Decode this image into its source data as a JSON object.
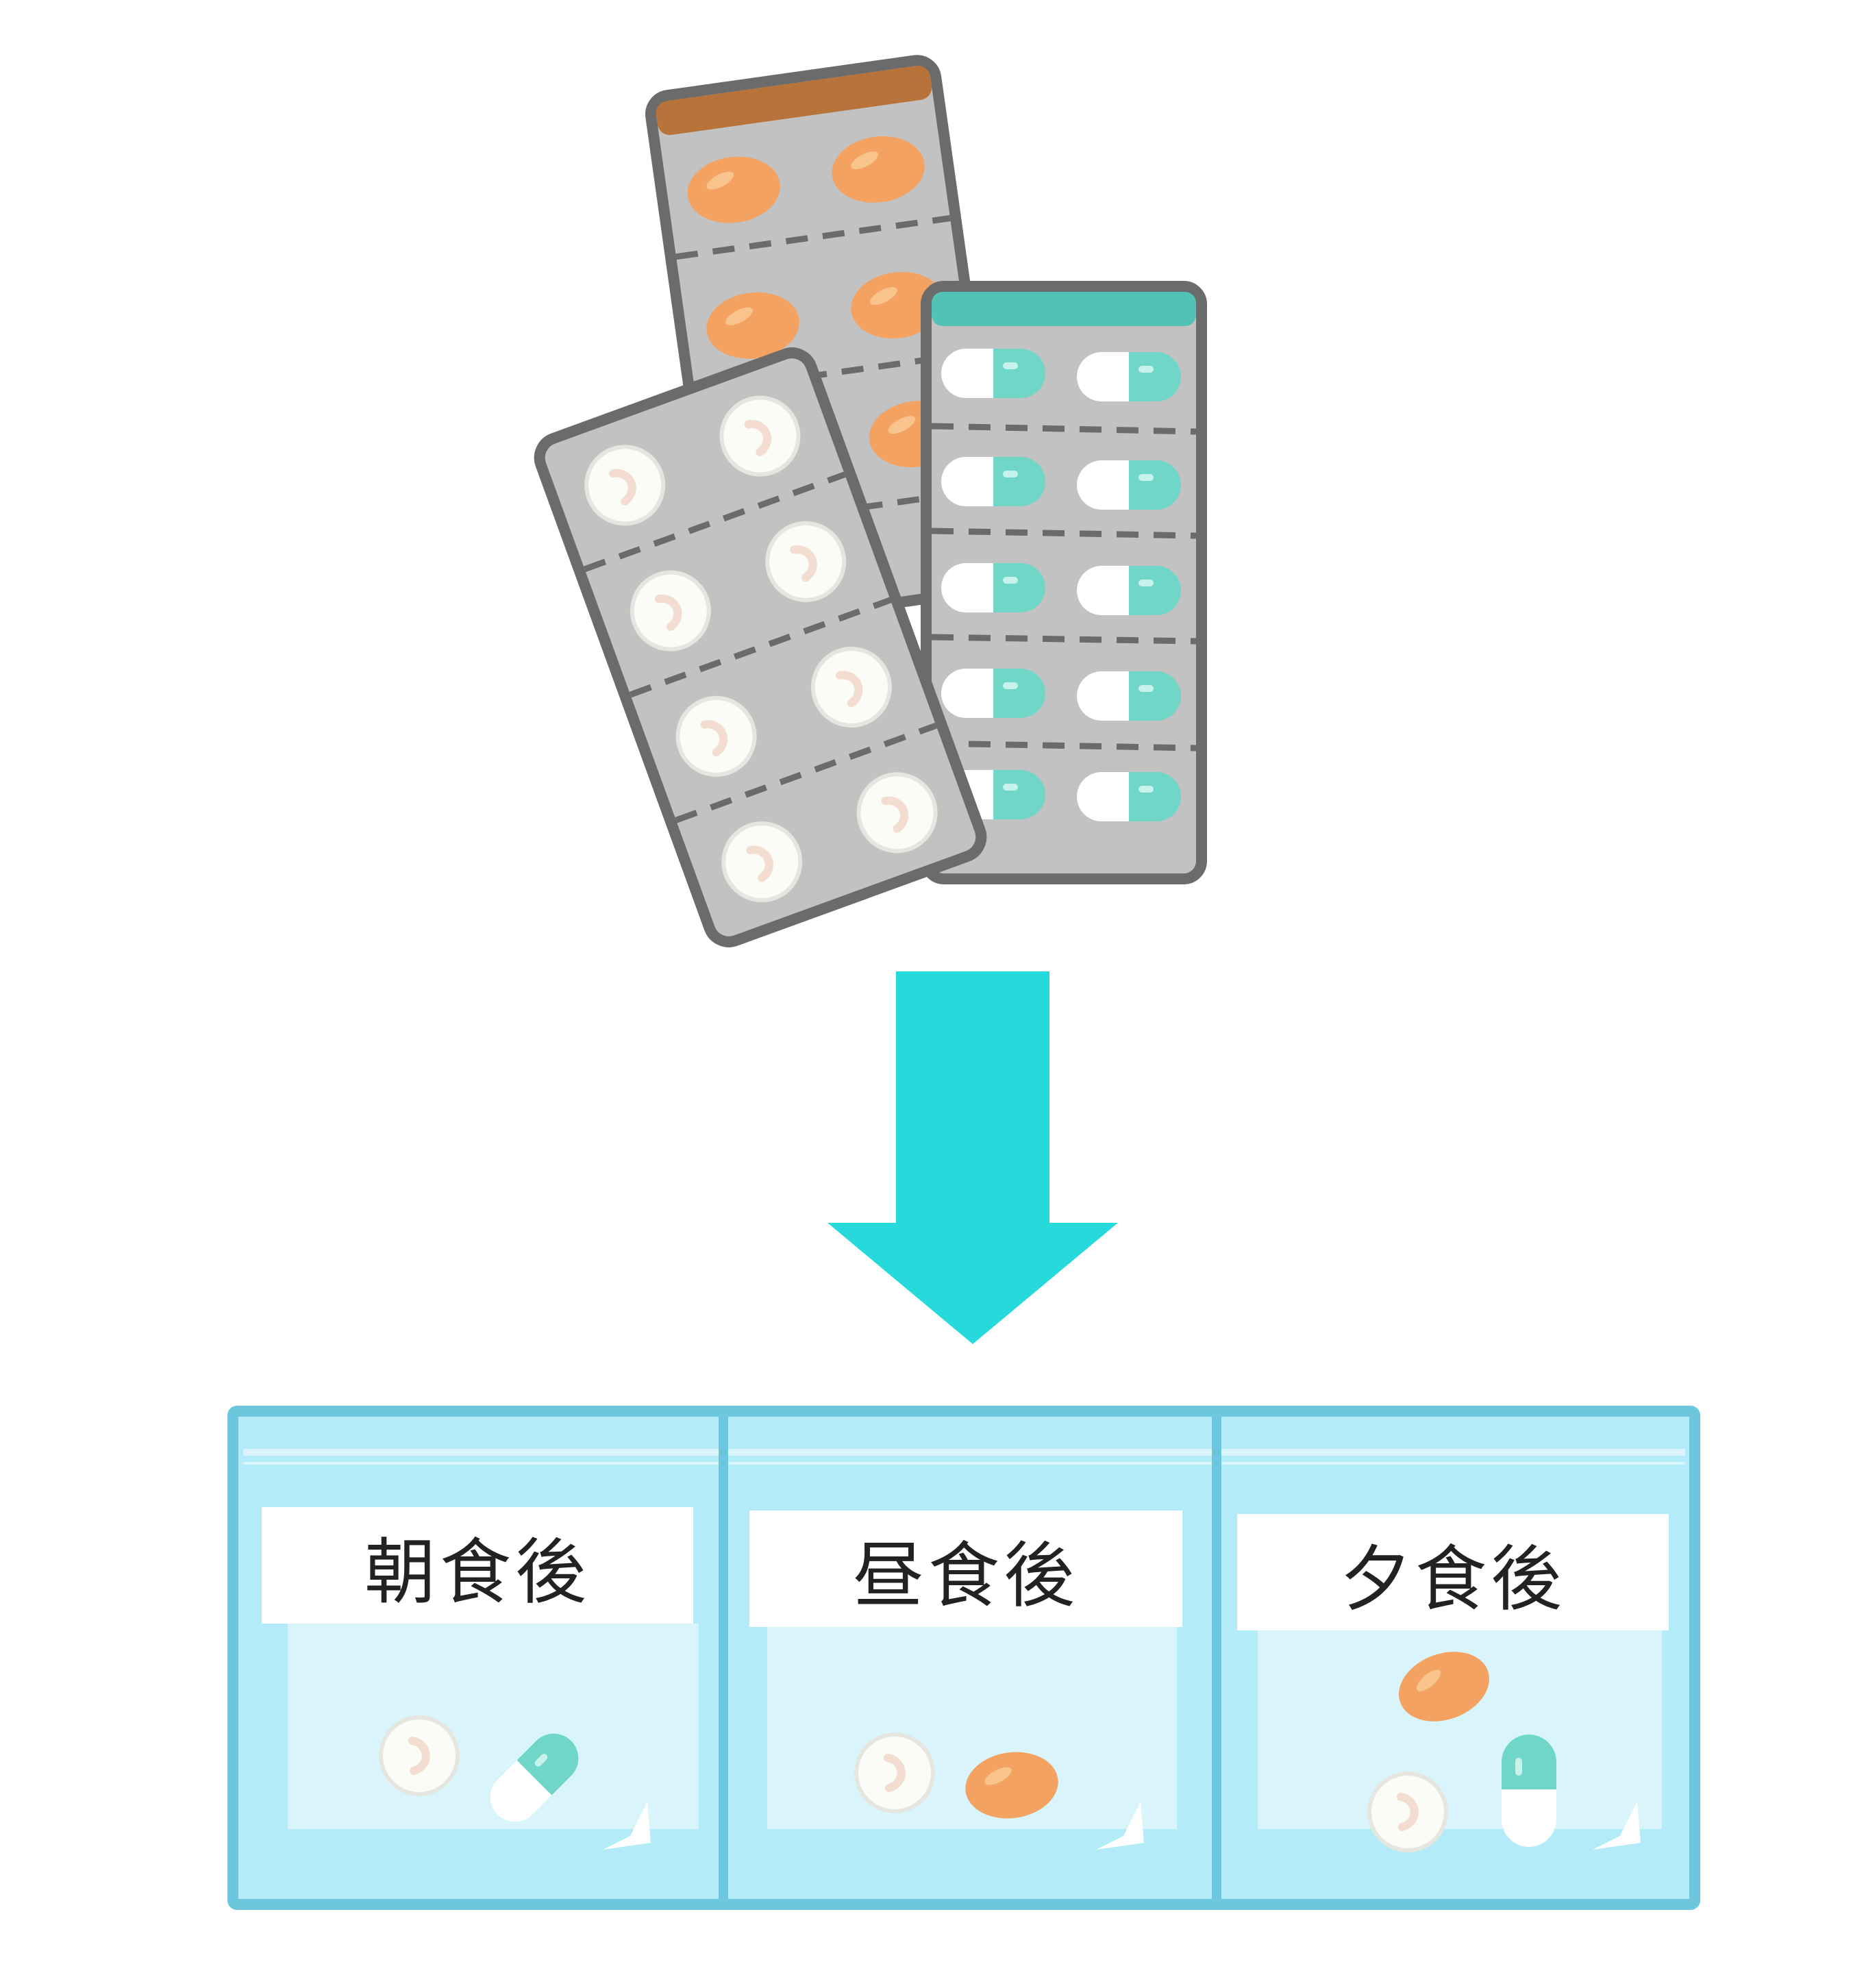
{
  "colors": {
    "background": "#ffffff",
    "outline": "#6b6b6b",
    "foil": "#c2c2c2",
    "orange_tab": "#b8733a",
    "teal_tab": "#52c2b6",
    "orange_pill": "#f4a261",
    "white_pill": "#fbfbf8",
    "capsule_teal": "#6fd6c8",
    "arrow": "#26dadb",
    "bag_border": "#6cc6de",
    "bag_fill": "#b3ecf8",
    "bag_window": "#d9f5fb"
  },
  "icons": {
    "orange_blister": "orange-tablet-blister-pack-icon",
    "capsule_blister": "capsule-blister-pack-icon",
    "white_blister": "white-tablet-blister-pack-icon",
    "arrow": "down-arrow-icon",
    "bag": "medicine-pouch-icon"
  },
  "bags": [
    {
      "label": "朝食後",
      "contents": [
        "white-tablet",
        "capsule"
      ]
    },
    {
      "label": "昼食後",
      "contents": [
        "white-tablet",
        "orange-tablet"
      ]
    },
    {
      "label": "夕食後",
      "contents": [
        "orange-tablet",
        "white-tablet",
        "capsule"
      ]
    }
  ]
}
